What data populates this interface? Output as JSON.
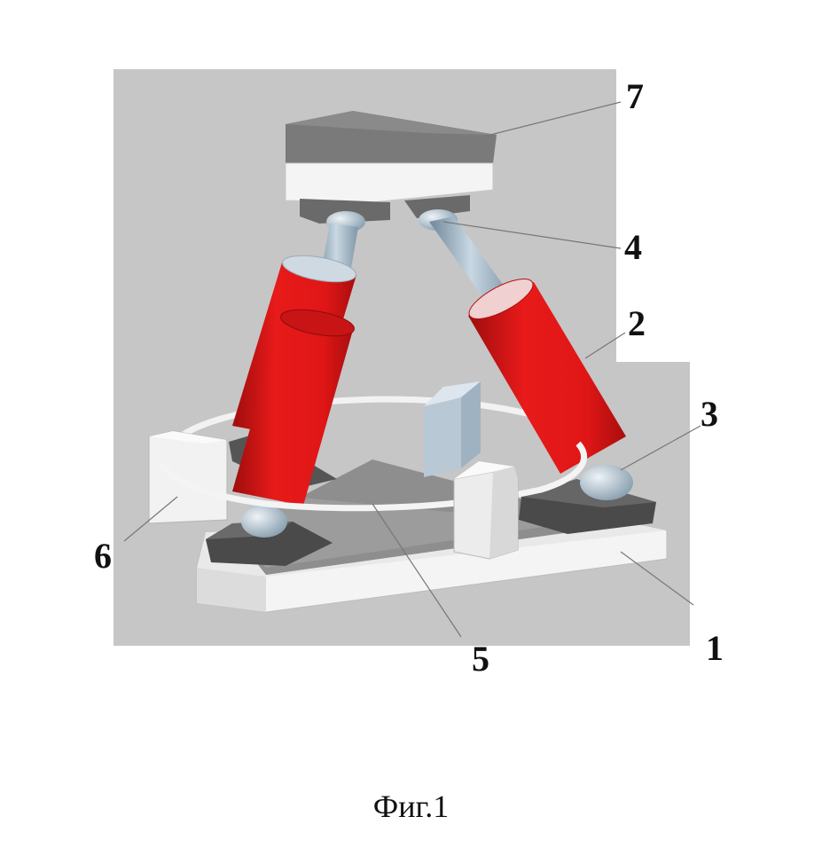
{
  "diagram": {
    "caption": "Фиг.1",
    "labels": {
      "base": "1",
      "cylinder": "2",
      "lower_joint": "3",
      "upper_joint": "4",
      "ring": "5",
      "block": "6",
      "platform": "7"
    },
    "colors": {
      "background_panel": "#c6c6c6",
      "cylinder_red": "#e01616",
      "base_white": "#f3f3f3",
      "dark_mount": "#4a4a4a",
      "rod_blue": "#a9bccb"
    }
  }
}
